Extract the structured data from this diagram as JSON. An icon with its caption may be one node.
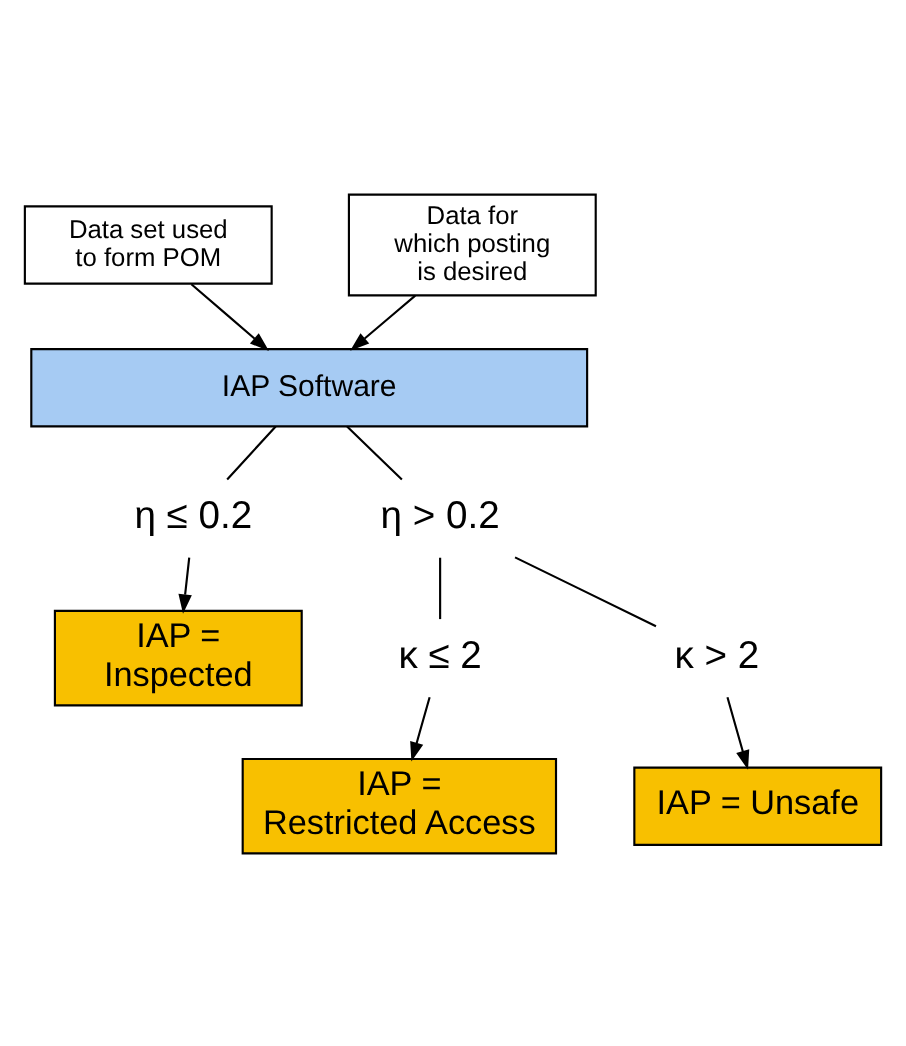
{
  "diagram": {
    "nodes": [
      {
        "text": [
          "Data set used to form POM"
        ]
      },
      {
        "text": [
          "Data for which posting is desired"
        ]
      },
      {
        "text": [
          "IAP Software"
        ]
      },
      {
        "text": [
          "η ≤ 0.2"
        ]
      },
      {
        "text": [
          "IAP = Inspected"
        ]
      },
      {
        "text": [
          "η > 0.2"
        ]
      },
      {
        "text": [
          "κ ≤ 2"
        ]
      },
      {
        "text": [
          "κ > 2"
        ]
      },
      {
        "text": [
          "IAP = Restricted Access"
        ]
      },
      {
        "text": [
          "IAP = Unsafe"
        ]
      }
    ],
    "edges": [
      {
        "from": 0,
        "to": 2,
        "arrow": "to"
      },
      {
        "from": 1,
        "to": 2,
        "arrow": "to"
      },
      {
        "from": 2,
        "to": 3,
        "arrow": "none"
      },
      {
        "from": 3,
        "to": 4,
        "arrow": "to"
      },
      {
        "from": 2,
        "to": 5,
        "arrow": "none"
      },
      {
        "from": 5,
        "to": 6,
        "arrow": "none"
      },
      {
        "from": 5,
        "to": 7,
        "arrow": "none"
      },
      {
        "from": 6,
        "to": 8,
        "arrow": "to"
      },
      {
        "from": 7,
        "to": 9,
        "arrow": "to"
      }
    ]
  }
}
